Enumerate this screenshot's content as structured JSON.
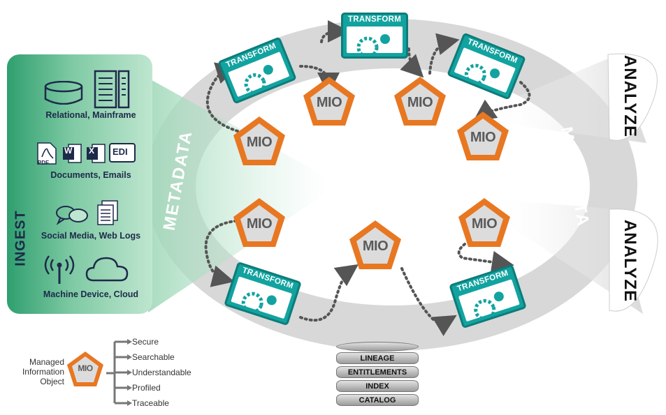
{
  "ingest": {
    "title": "INGEST",
    "groups": [
      {
        "label": "Relational, Mainframe",
        "icons": [
          "database-icon",
          "server-rack-icon"
        ]
      },
      {
        "label": "Documents, Emails",
        "icons": [
          "pdf-icon",
          "word-icon",
          "excel-icon",
          "edi-icon"
        ],
        "tags": [
          "PDF",
          "W",
          "X",
          "EDI"
        ]
      },
      {
        "label": "Social Media, Web Logs",
        "icons": [
          "chat-bubbles-icon",
          "web-log-icon"
        ]
      },
      {
        "label": "Machine Device, Cloud",
        "icons": [
          "antenna-icon",
          "cloud-icon"
        ]
      }
    ]
  },
  "ring": {
    "label_left": "METADATA",
    "label_right": "METADATA"
  },
  "transform": {
    "label": "TRANSFORM"
  },
  "mio": {
    "label": "MIO"
  },
  "analyze": {
    "top": "ANALYZE",
    "bottom": "ANALYZE"
  },
  "database": {
    "layers": [
      "LINEAGE",
      "ENTITLEMENTS",
      "INDEX",
      "CATALOG"
    ]
  },
  "legend": {
    "title": "Managed Information Object",
    "properties": [
      "Secure",
      "Searchable",
      "Understandable",
      "Profiled",
      "Traceable"
    ]
  },
  "colors": {
    "teal": "#12a3a0",
    "orange": "#e87722",
    "green": "#2f9f6f",
    "navy": "#1e2a4a"
  }
}
